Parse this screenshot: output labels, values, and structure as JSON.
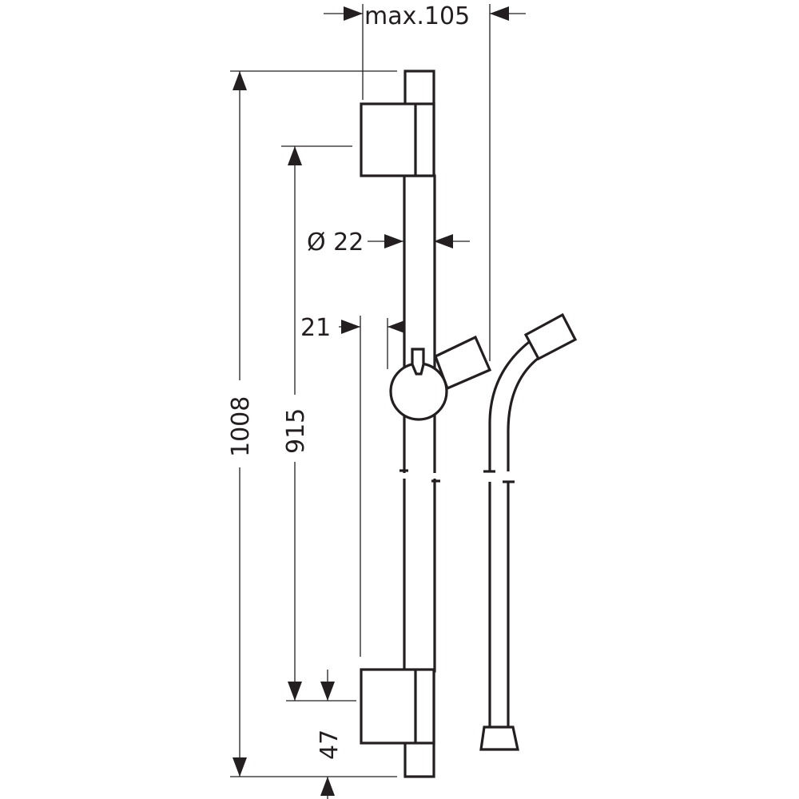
{
  "dimensions": {
    "max_depth": "max.105",
    "diameter": "Ø 22",
    "offset": "21",
    "total_length": "1008",
    "mount_distance": "915",
    "bottom_offset": "47"
  }
}
